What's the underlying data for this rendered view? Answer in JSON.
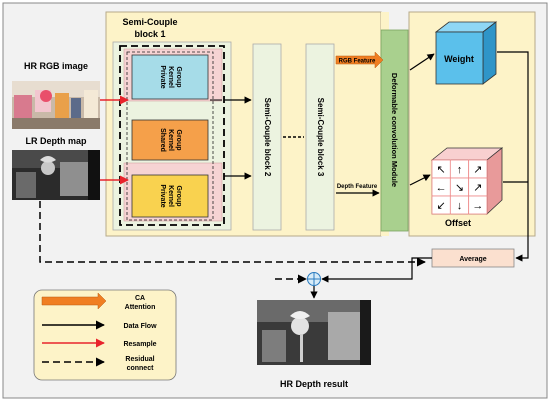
{
  "labels": {
    "hr_rgb_image": "HR RGB image",
    "lr_depth_map": "LR Depth map",
    "semi_couple_block_1_line1": "Semi-Couple",
    "semi_couple_block_1_line2": "block 1",
    "private_kernel_group": [
      "Private",
      "Kernel",
      "Group"
    ],
    "shared_kernel_group": [
      "Shared",
      "Kernel",
      "Group"
    ],
    "semi_couple_block_2": "Semi-Couple  block 2",
    "semi_couple_block_3": "Semi-Couple  block 3",
    "rgb_feature": "RGB Feature",
    "depth_feature": "Depth Feature",
    "deformable_module": "Deformable convolution Module",
    "weight": "Weight",
    "offset": "Offset",
    "average": "Average",
    "hr_depth_result": "HR Depth result"
  },
  "legend": {
    "items": [
      {
        "label": "CA\nAttention",
        "style": "ca-arrow"
      },
      {
        "label": "Data Flow",
        "style": "black-arrow"
      },
      {
        "label": "Resample",
        "style": "red-arrow"
      },
      {
        "label": "Residual\nconnect",
        "style": "dashed-arrow"
      }
    ]
  },
  "colors": {
    "outer_bg": "#f2f2f2",
    "panel": "#fdf3c8",
    "inner_block": "#ecf3e0",
    "private_kernel": "#a6dce8",
    "shared_kernel": "#f5a04a",
    "private_kernel_2": "#f9d24f",
    "pink_band": "#f6d3d3",
    "deform_module": "#a9d08e",
    "weight_cube": "#5bc0eb",
    "offset_cube": "#f4b8b8",
    "average_box": "#fbe0cf",
    "ca_arrow": "#f07e22",
    "resample": "#e8242c"
  },
  "offset_arrows": [
    "↖",
    "↑",
    "↗",
    "←",
    "↘",
    "↗",
    "↙",
    "↓",
    "→"
  ]
}
